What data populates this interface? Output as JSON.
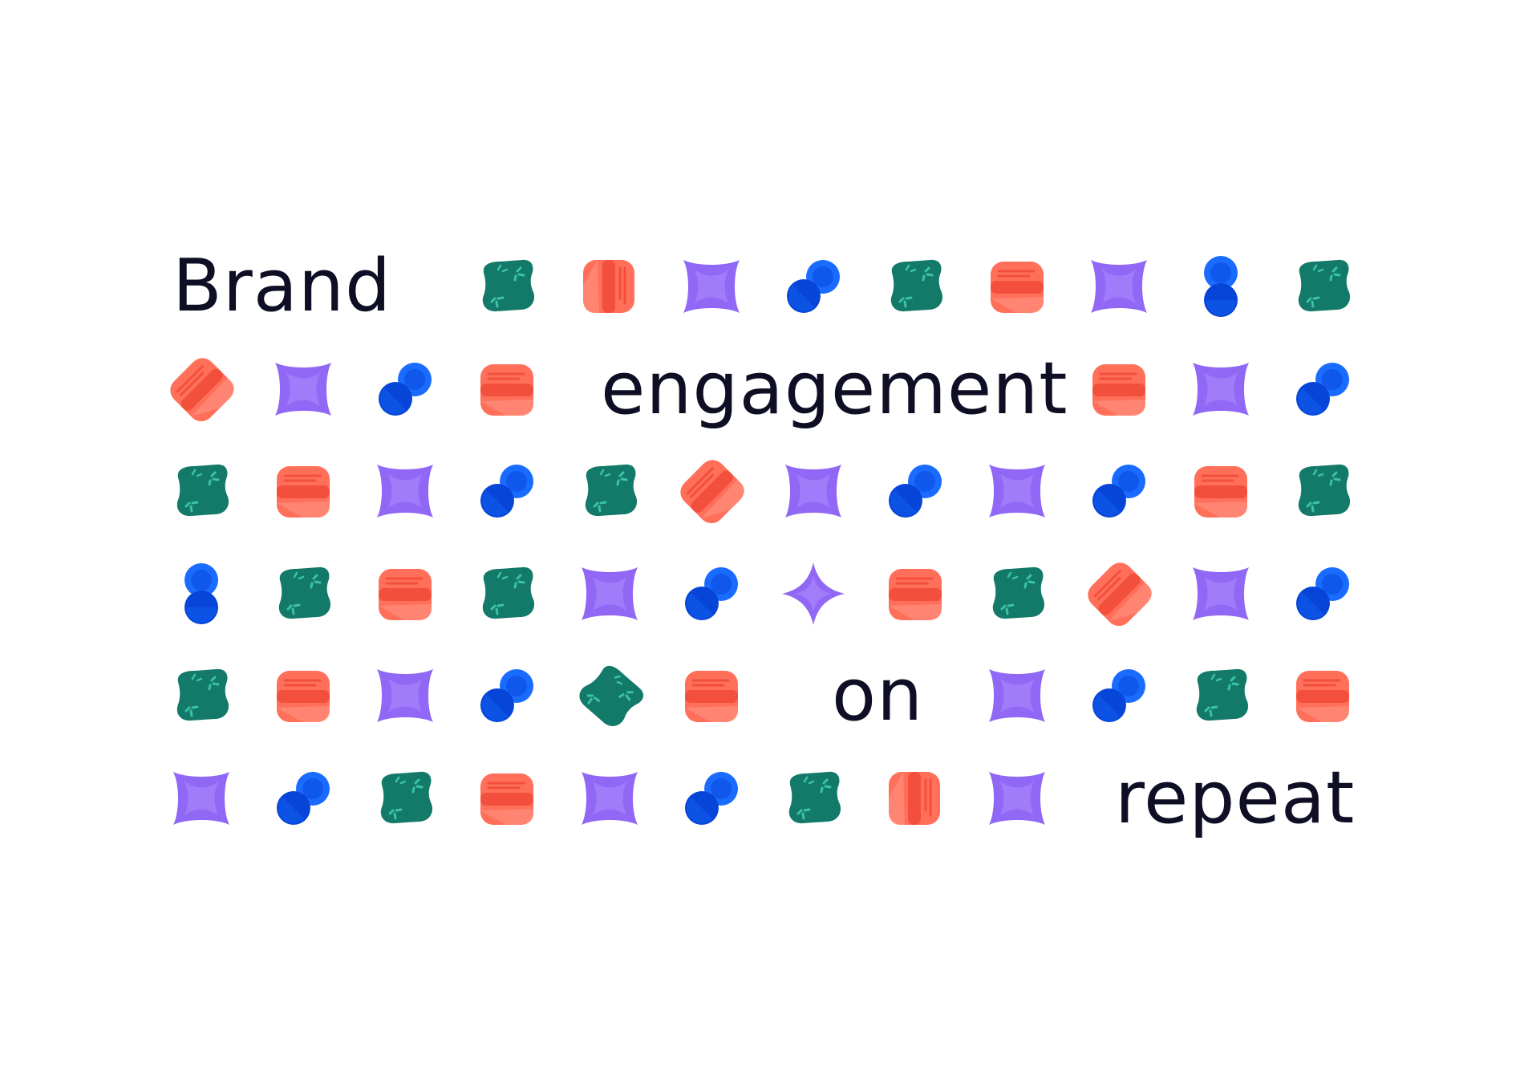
{
  "headline": {
    "words": [
      "Brand",
      "engagement",
      "on",
      "repeat"
    ]
  },
  "palette": {
    "text": "#0e0f24",
    "green": "#137a69",
    "green_accent": "#3cc2a6",
    "coral": "#ff6f5a",
    "coral_dark": "#f2503c",
    "coral_light": "#ff8a77",
    "purple": "#9068f5",
    "purple_light": "#ad8cff",
    "blue": "#0645d8",
    "blue_light": "#1a6bff"
  },
  "pattern": {
    "rows": [
      [
        "word:0",
        null,
        null,
        "green-blob",
        "coral-stack-v",
        "purple-star",
        "blue-pair-d",
        "green-blob",
        "coral-stack",
        "purple-star",
        "blue-pair-v",
        "green-blob"
      ],
      [
        "coral-stack-tilt",
        "purple-star",
        "blue-pair-d",
        "coral-stack",
        "word:1",
        null,
        null,
        null,
        null,
        "coral-stack",
        "purple-star",
        "blue-pair-d"
      ],
      [
        "green-blob",
        "coral-stack",
        "purple-star",
        "blue-pair-d",
        "green-blob",
        "coral-stack-tilt",
        "purple-star",
        "blue-pair-d",
        "purple-star",
        "blue-pair-d",
        "coral-stack",
        "green-blob"
      ],
      [
        "blue-pair-v",
        "green-blob",
        "coral-stack",
        "green-blob",
        "purple-star",
        "blue-pair-d",
        "purple-sparkle",
        "coral-stack",
        "green-blob",
        "coral-stack-tilt",
        "purple-star",
        "blue-pair-d"
      ],
      [
        "green-blob",
        "coral-stack",
        "purple-star",
        "blue-pair-d",
        "green-blob-tilt",
        "coral-stack",
        "word:2",
        null,
        "purple-star",
        "blue-pair-d",
        "green-blob",
        "coral-stack"
      ],
      [
        "purple-star",
        "blue-pair-d",
        "green-blob",
        "coral-stack",
        "purple-star",
        "blue-pair-d",
        "green-blob",
        "coral-stack-v",
        "purple-star",
        "word:3",
        null,
        null
      ]
    ]
  }
}
